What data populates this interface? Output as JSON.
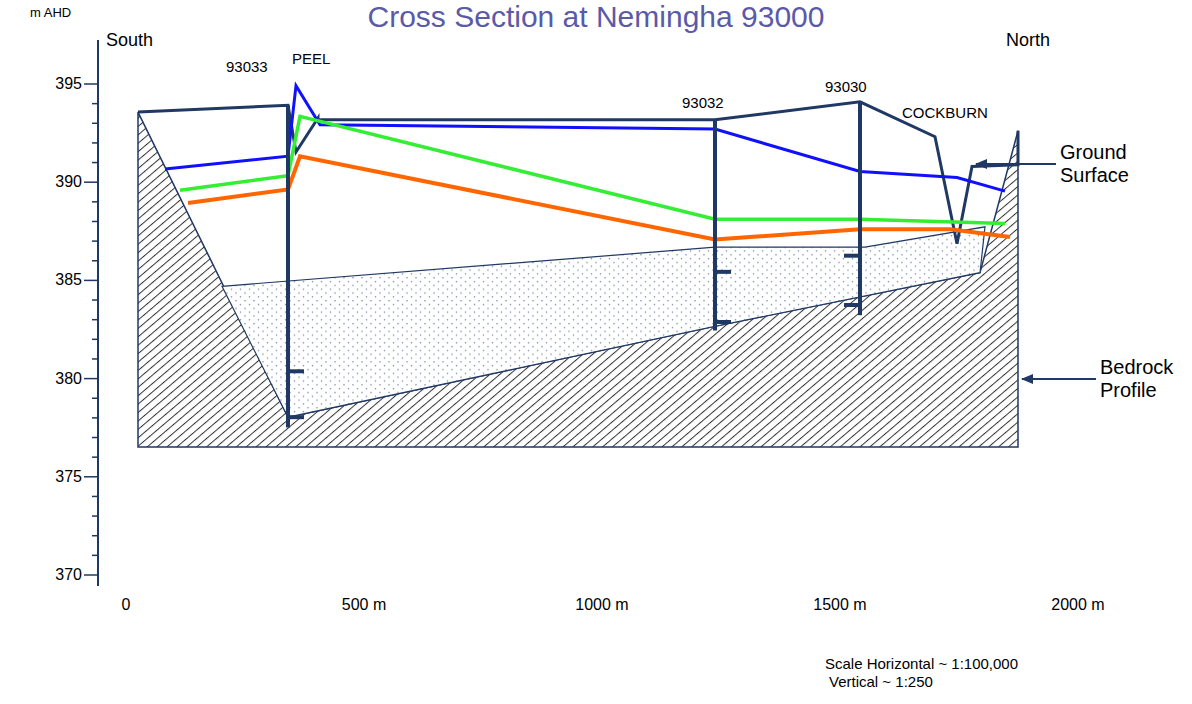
{
  "diagram": {
    "title": "Cross Section at Nemingha 93000",
    "labels": [
      "m AHD",
      "South",
      "North",
      "93033",
      "PEEL",
      "93032",
      "93030",
      "COCKBURN",
      "Ground Surface",
      "Bedrock Profile",
      "395",
      "390",
      "385",
      "380",
      "375",
      "370",
      "0",
      "500 m",
      "1000 m",
      "1500 m",
      "2000 m",
      "Scale Horizontal ~ 1:100,000",
      "Vertical ~ 1:250"
    ]
  }
}
